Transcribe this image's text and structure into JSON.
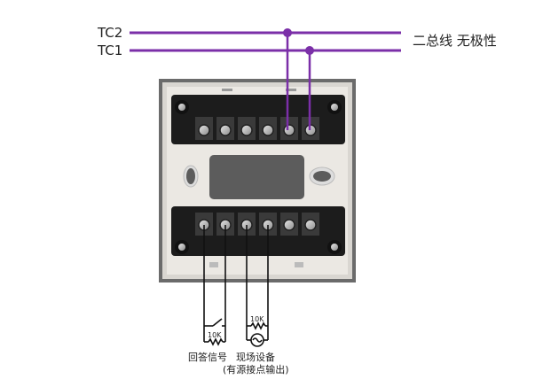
{
  "bus": {
    "lines": [
      {
        "label": "TC2",
        "y": 37
      },
      {
        "label": "TC1",
        "y": 57
      }
    ],
    "description": "二总线 无极性",
    "color": "#7B2FA8"
  },
  "module": {
    "top_terminals": 6,
    "bottom_terminals": 6
  },
  "circuits": {
    "left": {
      "resistor_label": "10K",
      "caption": "回答信号"
    },
    "right": {
      "resistor_label": "10K",
      "caption": "现场设备",
      "subcaption": "(有源接点输出)"
    }
  }
}
